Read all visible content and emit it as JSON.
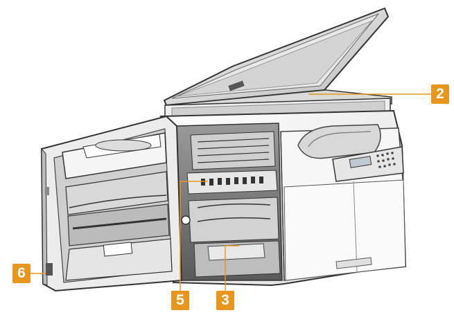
{
  "figure": {
    "subject": "printer-with-left-cover-open",
    "callouts": [
      {
        "id": "c2",
        "label": "2"
      },
      {
        "id": "c6",
        "label": "6"
      },
      {
        "id": "c5",
        "label": "5"
      },
      {
        "id": "c3",
        "label": "3"
      }
    ],
    "colors": {
      "callout_fill": "#e8961e",
      "callout_text": "#ffffff",
      "leader_line": "#e8961e",
      "body_outline": "#333333"
    }
  }
}
